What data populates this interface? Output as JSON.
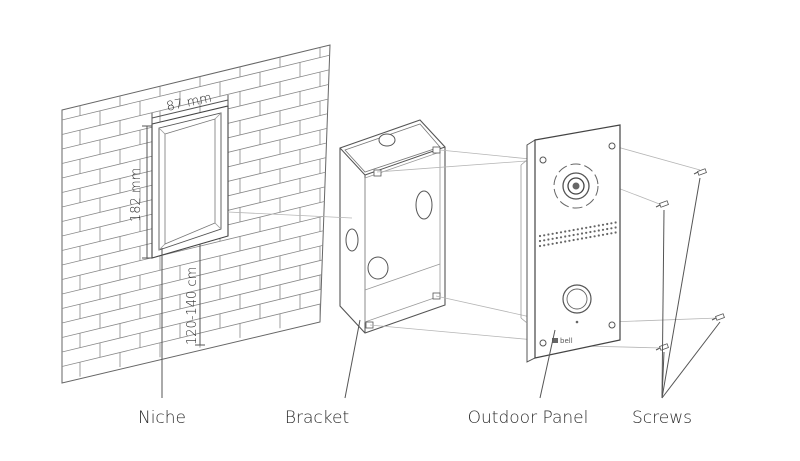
{
  "labels": {
    "niche": "Niche",
    "bracket": "Bracket",
    "outdoor_panel": "Outdoor Panel",
    "screws": "Screws"
  },
  "dimensions": {
    "width": "87 mm",
    "height": "182 mm",
    "mount_height": "120-140 cm"
  },
  "brand_mark": "bell",
  "colors": {
    "line": "#555555",
    "text": "#2b2b2b"
  }
}
